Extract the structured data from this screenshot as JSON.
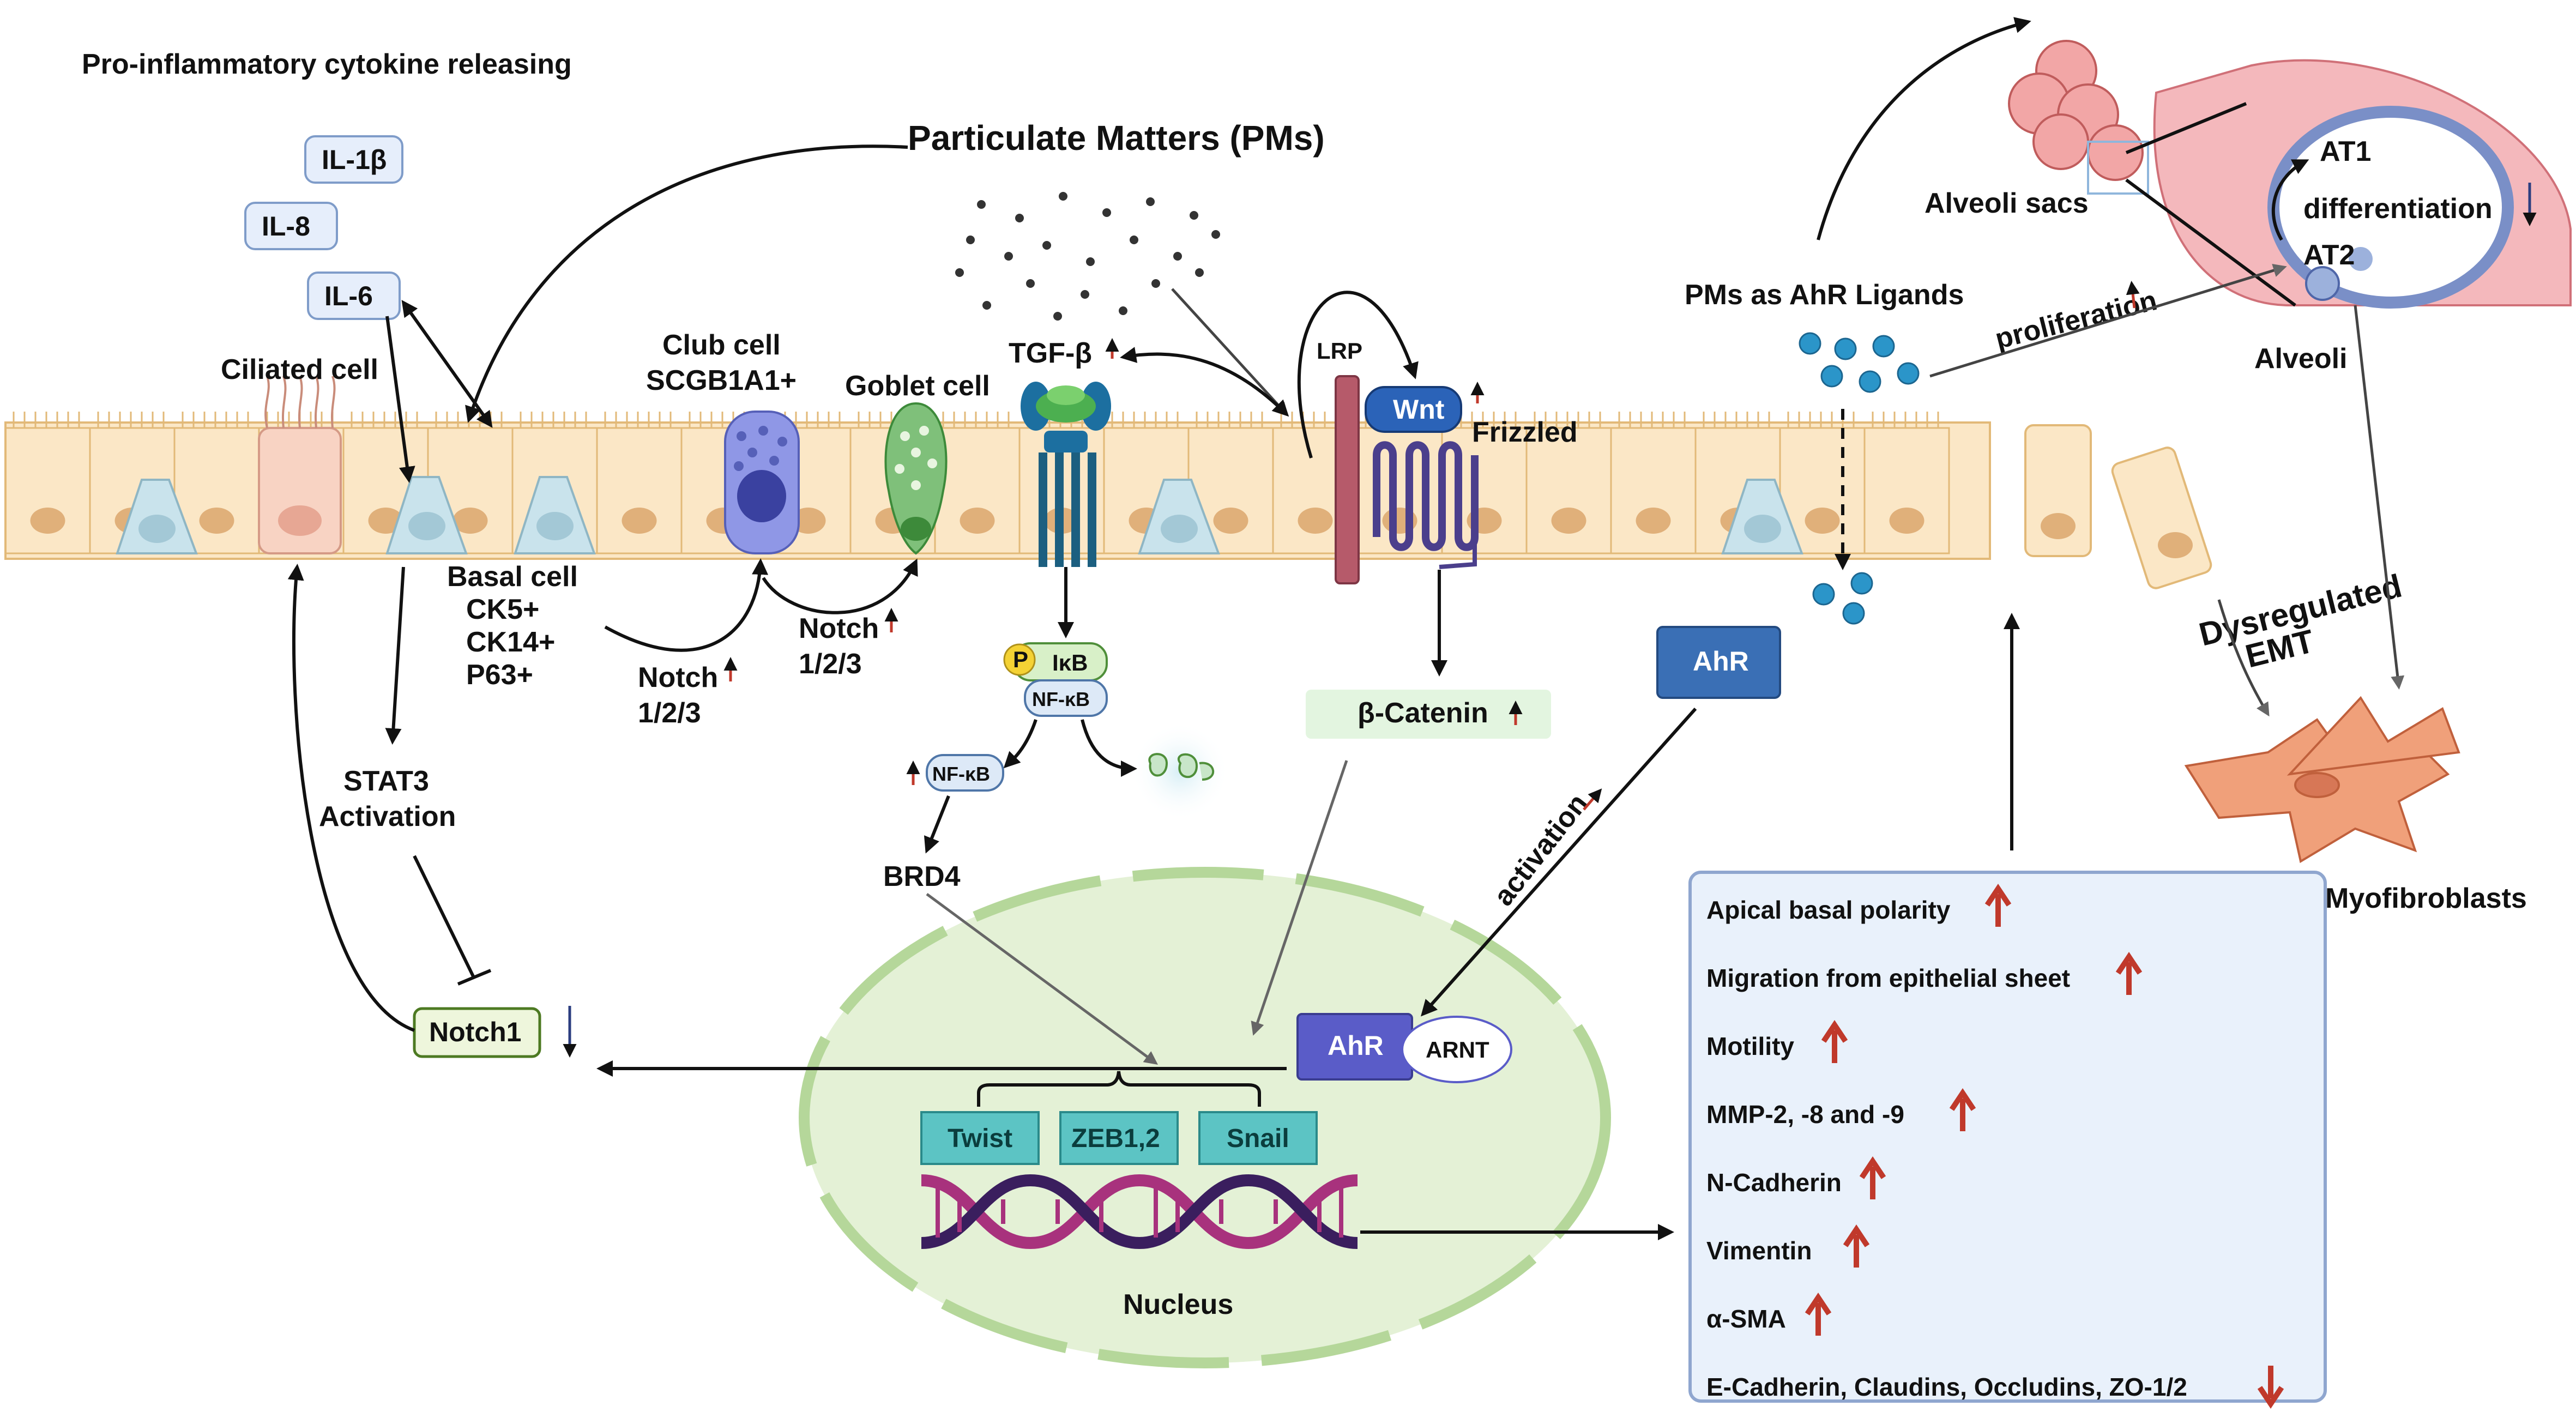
{
  "title": "Pro-inflammatory cytokine releasing",
  "pm_label": "Particulate Matters (PMs)",
  "cytokines": [
    "IL-1β",
    "IL-8",
    "IL-6"
  ],
  "cells": {
    "ciliated": "Ciliated cell",
    "club": "Club cell",
    "club_marker": "SCGB1A1+",
    "goblet": "Goblet cell",
    "basal": "Basal cell",
    "basal_markers": [
      "CK5+",
      "CK14+",
      "P63+"
    ]
  },
  "receptors": {
    "tgfb": "TGF-β",
    "lrp": "LRP",
    "wnt": "Wnt",
    "frizzled": "Frizzled",
    "p": "P",
    "ikb": "IκB",
    "nfkb": "NF-κB",
    "nfkb2": "NF-κB"
  },
  "signals": {
    "notch_a": "Notch",
    "notch_a_sub": "1/2/3",
    "notch_b": "Notch",
    "notch_b_sub": "1/2/3",
    "stat3": "STAT3",
    "stat3_sub": "Activation",
    "notch1": "Notch1",
    "brd4": "BRD4",
    "bcatenin": "β-Catenin",
    "ahr_cyto": "AhR",
    "ahr_nuc": "AhR",
    "arnt": "ARNT",
    "activation": "activation"
  },
  "nucleus": {
    "label": "Nucleus",
    "genes": [
      "Twist",
      "ZEB1,2",
      "Snail"
    ]
  },
  "alveoli": {
    "sacs": "Alveoli sacs",
    "alveoli": "Alveoli",
    "at1": "AT1",
    "at2": "AT2",
    "differentiation": "differentiation",
    "pms_ahr": "PMs as AhR Ligands",
    "proliferation": "proliferation"
  },
  "emt": {
    "label_1": "Dysregulated",
    "label_2": "EMT",
    "myofibroblasts": "Myofibroblasts",
    "items": [
      {
        "text": "Apical basal polarity",
        "dir": "up"
      },
      {
        "text": "Migration from epithelial sheet",
        "dir": "up"
      },
      {
        "text": "Motility",
        "dir": "up"
      },
      {
        "text": "MMP-2, -8 and -9",
        "dir": "up"
      },
      {
        "text": "N-Cadherin",
        "dir": "up"
      },
      {
        "text": "Vimentin",
        "dir": "up"
      },
      {
        "text": "α-SMA",
        "dir": "up"
      },
      {
        "text": "E-Cadherin, Claudins, Occludins,  ZO-1/2",
        "dir": "down"
      }
    ]
  },
  "colors": {
    "up_arrow": "#c0392b",
    "down_arrow": "#2c3e80",
    "epithelium": "#fbe7c6",
    "nucleus_fill": "#e4f1d6",
    "gene_box": "#5cc4c4",
    "ahr_box": "#3a6fb5",
    "emt_box": "#e9f1fb"
  }
}
